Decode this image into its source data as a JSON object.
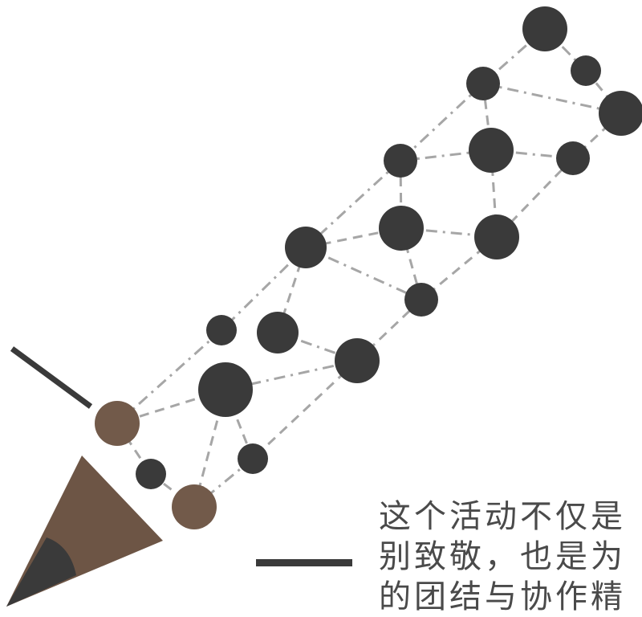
{
  "colors": {
    "node_dark": "#3a3a3a",
    "node_brown": "#725a4a",
    "edge": "#a6a6a6",
    "pencil_body": "#6d5545",
    "pencil_tip": "#3a3a3a",
    "line_dark": "#3a3a3a",
    "text": "#4a4a4a"
  },
  "illustration": {
    "icon": "pencil-network-icon"
  },
  "caption": {
    "lines": [
      "这个活动不仅是",
      "别致敬，也是为",
      "的团结与协作精"
    ]
  }
}
